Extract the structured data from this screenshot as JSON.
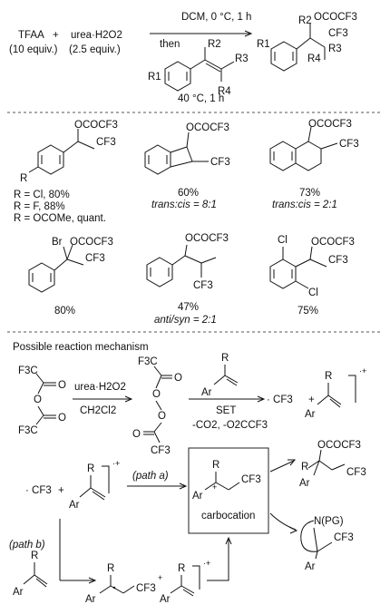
{
  "reagents": {
    "tfaa": "TFAA",
    "plus": "+",
    "urea": "urea·H2O2",
    "tfaa_eq": "(10 equiv.)",
    "urea_eq": "(2.5 equiv.)",
    "cond1": "DCM, 0 °C, 1 h",
    "then": "then",
    "cond2": "40 °C, 1 h"
  },
  "labels": {
    "r1": "R1",
    "r2": "R2",
    "r3": "R3",
    "r4": "R4",
    "ocof3": "OCOCF3",
    "cf3": "CF3",
    "cf3_dot": "· CF3",
    "r": "R",
    "ar": "Ar",
    "br": "Br",
    "cl": "Cl",
    "n_pg": "N(PG)",
    "f3c": "F3C",
    "o": "O",
    "plus_charge": "+",
    "radical_cation": "·+"
  },
  "products": {
    "p1_lines": [
      "R = Cl, 80%",
      "R = F, 88%",
      "R = OCOMe, quant."
    ],
    "p2_yield": "60%",
    "p2_ratio": "trans:cis = 8:1",
    "p3_yield": "73%",
    "p3_ratio": "trans:cis = 2:1",
    "p4_yield": "80%",
    "p5_yield": "47%",
    "p5_ratio": "anti/syn = 2:1",
    "p6_yield": "75%"
  },
  "mechanism": {
    "title": "Possible reaction mechanism",
    "urea": "urea·H2O2",
    "solvent": "CH2Cl2",
    "set": "SET",
    "byproducts": "-CO2, -O2CCF3",
    "path_a": "(path a)",
    "path_b": "(path b)",
    "carbocation": "carbocation"
  }
}
